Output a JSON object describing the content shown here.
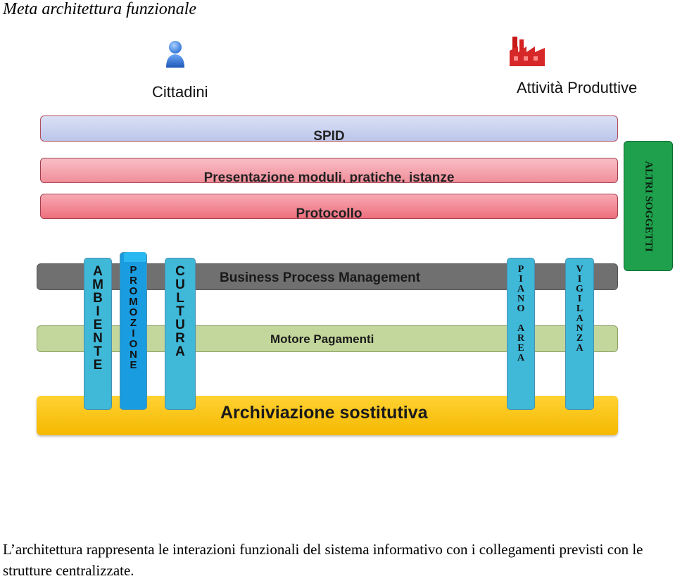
{
  "title": "Meta architettura funzionale",
  "actors": {
    "citizens": "Cittadini",
    "businesses": "Attività Produttive"
  },
  "layers": {
    "spid": "SPID",
    "presentation": "Presentazione moduli, pratiche, istanze",
    "protocol": "Protocollo",
    "bpm": "Business Process Management",
    "payments": "Motore Pagamenti",
    "archive": "Archiviazione sostitutiva",
    "others": "ALTRI SOGGETTI"
  },
  "columns": [
    {
      "letters": [
        "A",
        "M",
        "B",
        "I",
        "E",
        "N",
        "T",
        "E"
      ]
    },
    {
      "letters": [
        "P",
        "R",
        "O",
        "M",
        "O",
        "Z",
        "I",
        "O",
        "N",
        "E"
      ]
    },
    {
      "letters": [
        "C",
        "U",
        "L",
        "T",
        "U",
        "R",
        "A"
      ]
    },
    {
      "letters": [
        "P",
        "I",
        "A",
        "N",
        "O",
        "",
        "A",
        "R",
        "E",
        "A"
      ]
    },
    {
      "letters": [
        "V",
        "I",
        "G",
        "I",
        "L",
        "A",
        "N",
        "Z",
        "A"
      ]
    }
  ],
  "description": "L’architettura rappresenta le interazioni funzionali del sistema informativo con i collegamenti previsti con le strutture centralizzate.",
  "colors": {
    "bpm_bar": "#707070",
    "payments_bar": "#c3d69b",
    "archive_bar": "#f5b800",
    "others_box": "#1fa04d",
    "column": "#40b8d8"
  }
}
